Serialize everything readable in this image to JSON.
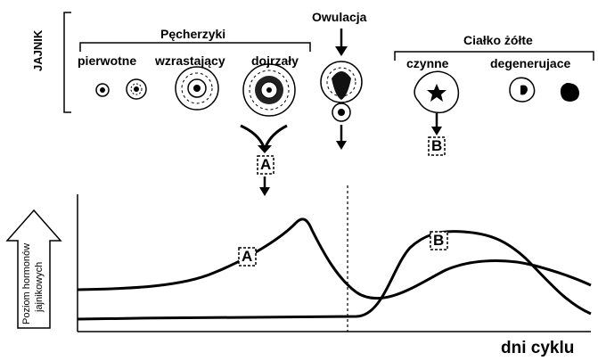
{
  "ovary_label": "JAJNIK",
  "follicles": {
    "title": "Pęcherzyki",
    "primary": "pierwotne",
    "growing": "wzrastający",
    "mature": "dojrzały"
  },
  "ovulation": "Owulacja",
  "corpus_luteum": {
    "title": "Ciałko żółte",
    "active": "czynne",
    "degenerating": "degenerujace"
  },
  "marker_a": "A",
  "marker_b": "B",
  "y_axis_label_line1": "Poziom hormonów",
  "y_axis_label_line2": "jajnikowych",
  "x_axis_label": "dni cyklu"
}
